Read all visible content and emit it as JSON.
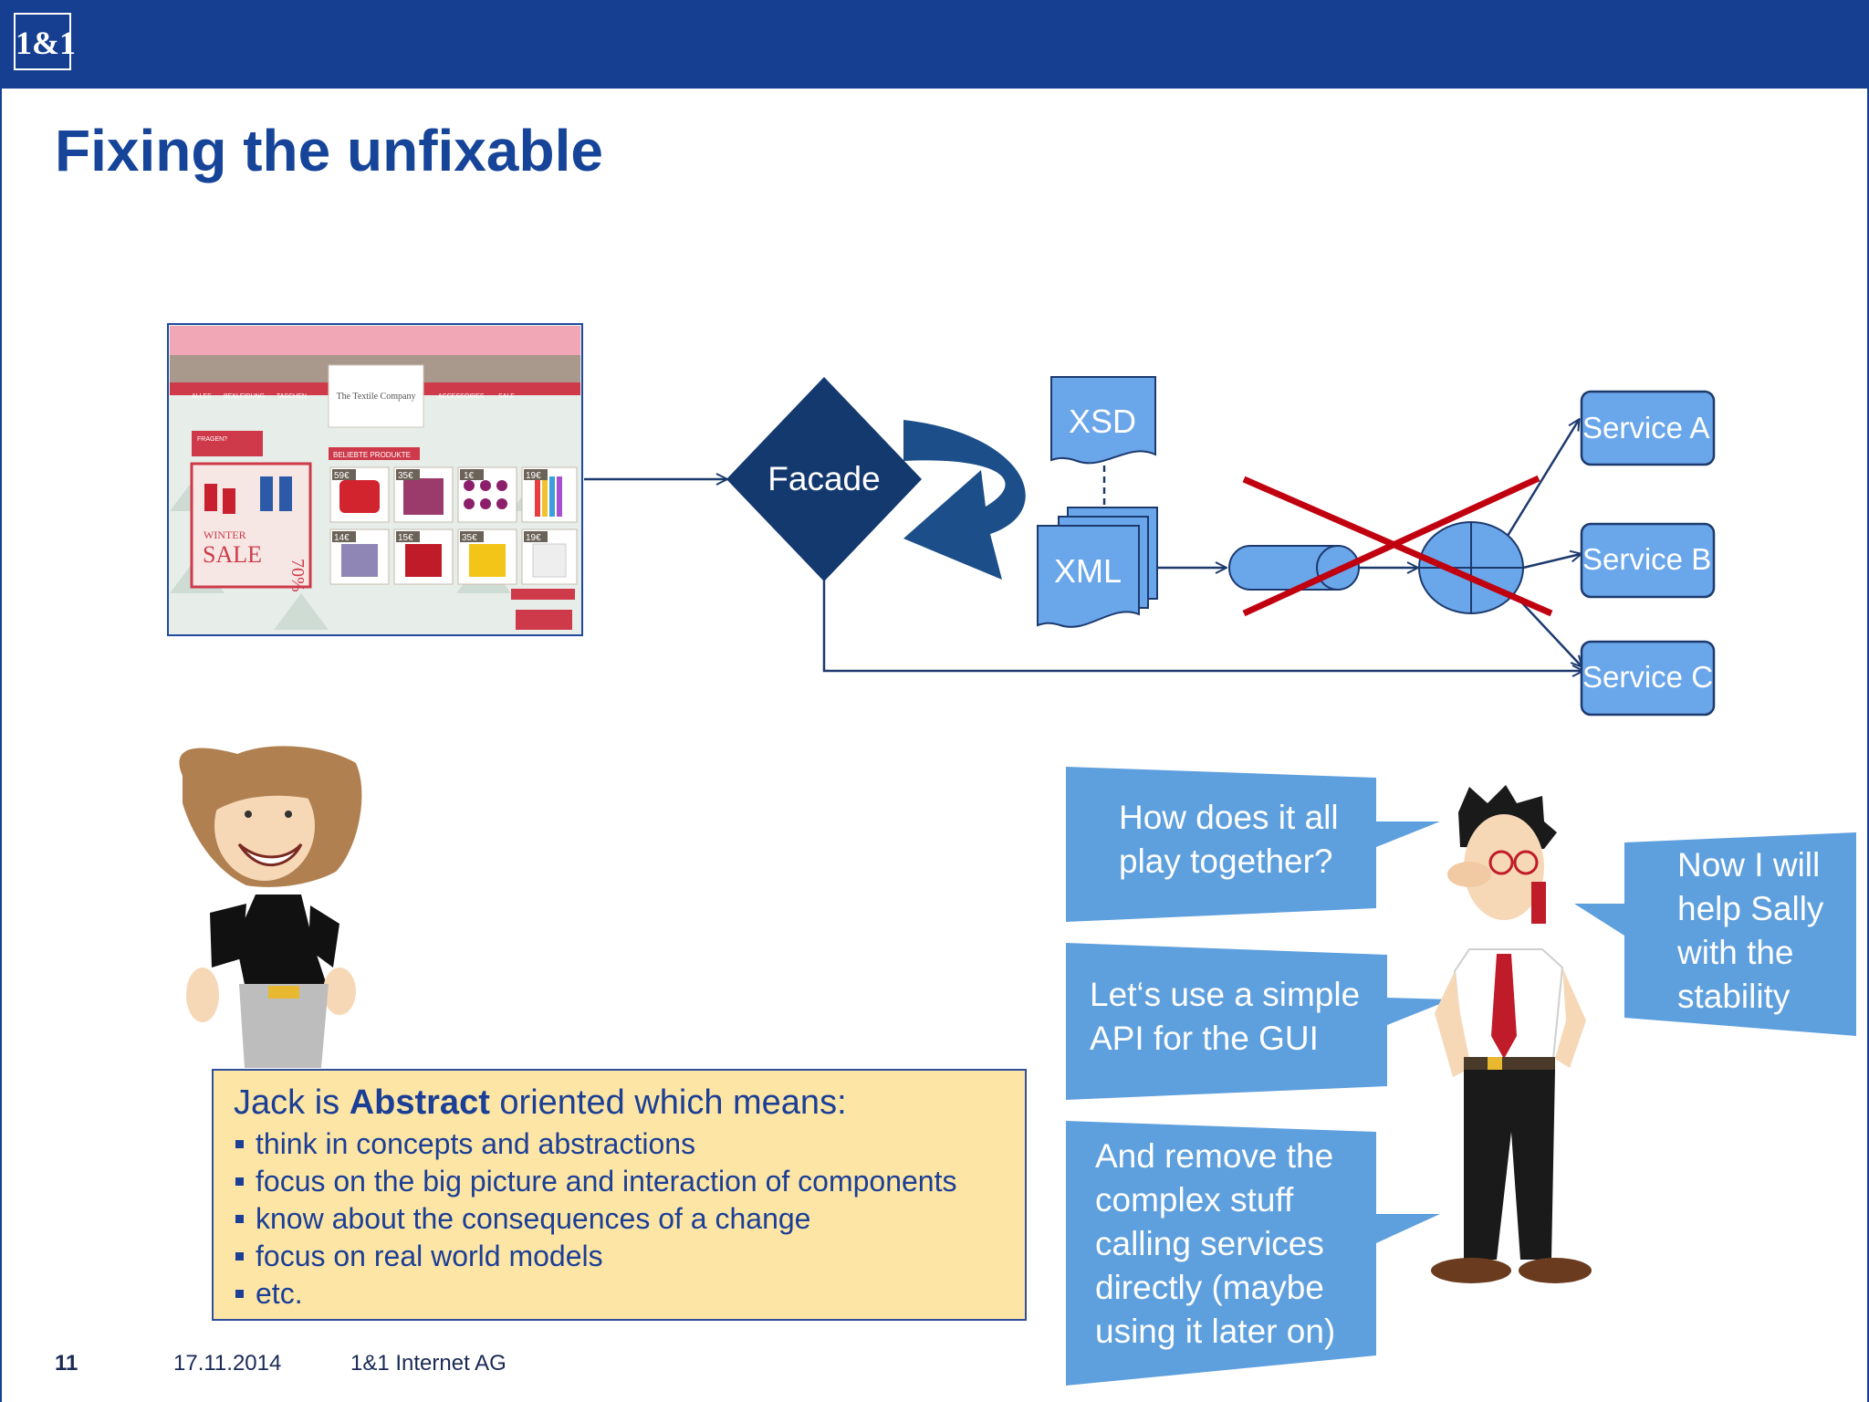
{
  "header": {
    "logo_text": "1&1"
  },
  "slide": {
    "title": "Fixing the unfixable"
  },
  "diagram": {
    "facade": "Facade",
    "xsd": "XSD",
    "xml": "XML",
    "services": [
      "Service A",
      "Service B",
      "Service C"
    ],
    "screenshot": {
      "shop_name": "The Textile Company",
      "nav_items": [
        "ALLES",
        "BEKLEIDUNG",
        "TASCHEN",
        "ACCESSOIRES",
        "SALE"
      ],
      "prices": [
        "59€",
        "35€",
        "1€",
        "19€",
        "14€",
        "15€",
        "35€",
        "19€"
      ],
      "sale_label": "SALE",
      "promo_label": "70%",
      "winter_label": "WINTER",
      "section_label": "BELIEBTE PRODUKTE",
      "left_label": "FRAGEN?"
    }
  },
  "bubbles": {
    "q1": [
      "How does it all",
      "play together?"
    ],
    "q2": [
      "Let‘s use a simple",
      "API for the GUI"
    ],
    "q3": [
      "And remove the",
      "complex stuff",
      "calling services",
      "directly (maybe",
      "using it later on)"
    ],
    "right": [
      "Now I will",
      "help Sally",
      "with the",
      "stability"
    ]
  },
  "infobox": {
    "prefix": "Jack is ",
    "bold": "Abstract",
    "suffix": " oriented which means:",
    "items": [
      "think in concepts and abstractions",
      "focus on the big picture and interaction of components",
      "know about the consequences of a change",
      "focus on real world models",
      "etc."
    ]
  },
  "footer": {
    "page": "11",
    "date": "17.11.2014",
    "company": "1&1 Internet AG"
  },
  "colors": {
    "brand": "#163f92",
    "shape_blue": "#6aa6ea",
    "dark_blue": "#14396f",
    "cross_red": "#c0000f",
    "bubble_blue": "#5e9fdd",
    "info_bg": "#fde5a5"
  }
}
